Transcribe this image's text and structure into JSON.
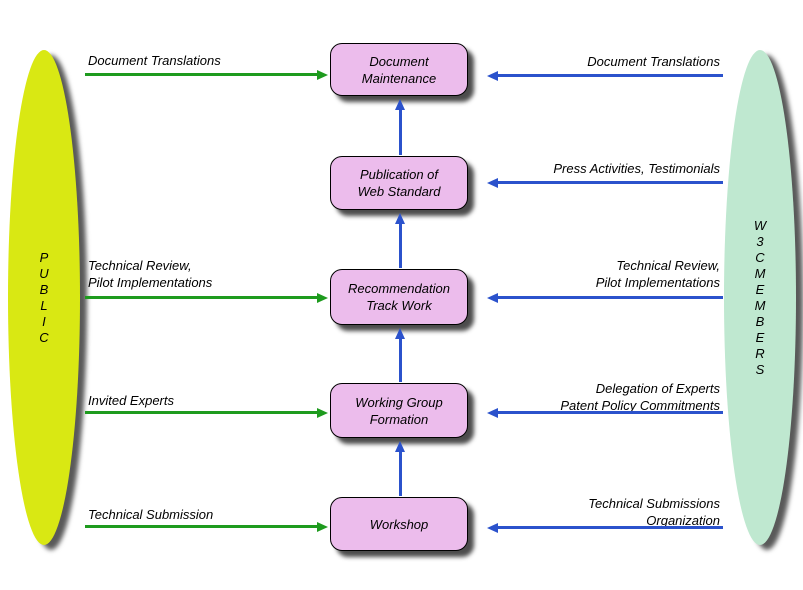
{
  "public_group": {
    "vertical_label": "P\nU\nB\nL\nI\nC",
    "fill": "#d9e813"
  },
  "members_group": {
    "vertical_label": "W\n3\nC\nM\nE\nM\nB\nE\nR\nS",
    "fill": "#bfe8d0"
  },
  "process_boxes": [
    {
      "label": "Document\nMaintenance"
    },
    {
      "label": "Publication of\nWeb Standard"
    },
    {
      "label": "Recommendation\nTrack Work"
    },
    {
      "label": "Working Group\nFormation"
    },
    {
      "label": "Workshop"
    }
  ],
  "public_inputs": [
    {
      "label": "Document Translations"
    },
    {
      "label": "Technical Review,\nPilot Implementations"
    },
    {
      "label": "Invited Experts"
    },
    {
      "label": "Technical Submission"
    }
  ],
  "member_inputs": [
    {
      "label": "Document Translations"
    },
    {
      "label": "Press Activities, Testimonials"
    },
    {
      "label": "Technical Review,\nPilot Implementations"
    },
    {
      "label": "Delegation of Experts\nPatent Policy Commitments"
    },
    {
      "label": "Technical Submissions\nOrganization"
    }
  ],
  "colors": {
    "box_fill": "#ecbcec",
    "box_border": "#000000",
    "public_fill": "#d9e813",
    "members_fill": "#bfe8d0",
    "green_arrow": "#1e9b1e",
    "blue_arrow": "#2b52cc",
    "text": "#000000",
    "background": "#ffffff"
  }
}
